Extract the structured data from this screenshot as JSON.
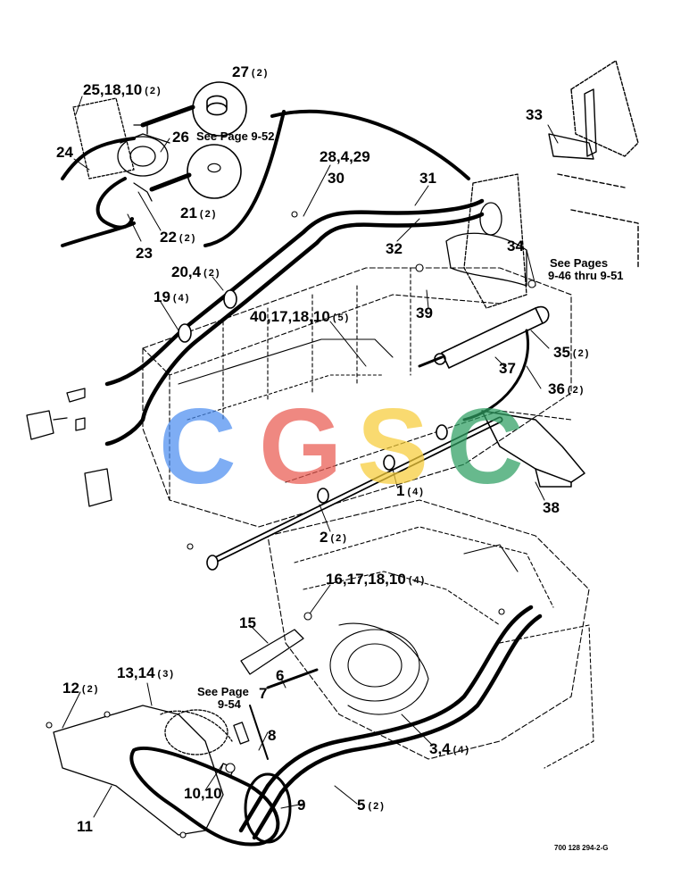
{
  "labels": {
    "l27": {
      "num": "27",
      "qty": "(2)"
    },
    "l25": {
      "num": "25,18,10",
      "qty": "(2)"
    },
    "l26": {
      "num": "26"
    },
    "l24": {
      "num": "24"
    },
    "l21": {
      "num": "21",
      "qty": "(2)"
    },
    "l22": {
      "num": "22",
      "qty": "(2)"
    },
    "l23": {
      "num": "23"
    },
    "l28": {
      "num": "28,4,29"
    },
    "l30": {
      "num": "30"
    },
    "l31": {
      "num": "31"
    },
    "l32": {
      "num": "32"
    },
    "l33": {
      "num": "33"
    },
    "l34": {
      "num": "34"
    },
    "l20": {
      "num": "20,4",
      "qty": "(2)"
    },
    "l19": {
      "num": "19",
      "qty": "(4)"
    },
    "l40": {
      "num": "40,17,18,10",
      "qty": "(5)"
    },
    "l39": {
      "num": "39"
    },
    "l35": {
      "num": "35",
      "qty": "(2)"
    },
    "l37": {
      "num": "37"
    },
    "l36": {
      "num": "36",
      "qty": "(2)"
    },
    "l1": {
      "num": "1",
      "qty": "(4)"
    },
    "l38": {
      "num": "38"
    },
    "l2": {
      "num": "2",
      "qty": "(2)"
    },
    "l16": {
      "num": "16,17,18,10",
      "qty": "(4)"
    },
    "l15": {
      "num": "15"
    },
    "l6": {
      "num": "6"
    },
    "l7": {
      "num": "7"
    },
    "l12": {
      "num": "12",
      "qty": "(2)"
    },
    "l13": {
      "num": "13,14",
      "qty": "(3)"
    },
    "l8": {
      "num": "8"
    },
    "l3": {
      "num": "3,4",
      "qty": "(4)"
    },
    "l1010": {
      "num": "10,10"
    },
    "l9": {
      "num": "9"
    },
    "l5": {
      "num": "5",
      "qty": "(2)"
    },
    "l11": {
      "num": "11"
    }
  },
  "notes": {
    "page952": "See Page 9-52",
    "pages946a": "See Pages",
    "pages946b": "9-46 thru 9-51",
    "page954a": "See Page",
    "page954b": "9-54"
  },
  "document_number": "700 128 294-2-G",
  "watermark": {
    "letters": [
      "C",
      "G",
      "S",
      "C"
    ],
    "colors": [
      "#4d8ef0",
      "#ea5b52",
      "#f7cd3a",
      "#2e9f62"
    ]
  },
  "colors": {
    "line": "#000000",
    "background": "#ffffff"
  }
}
